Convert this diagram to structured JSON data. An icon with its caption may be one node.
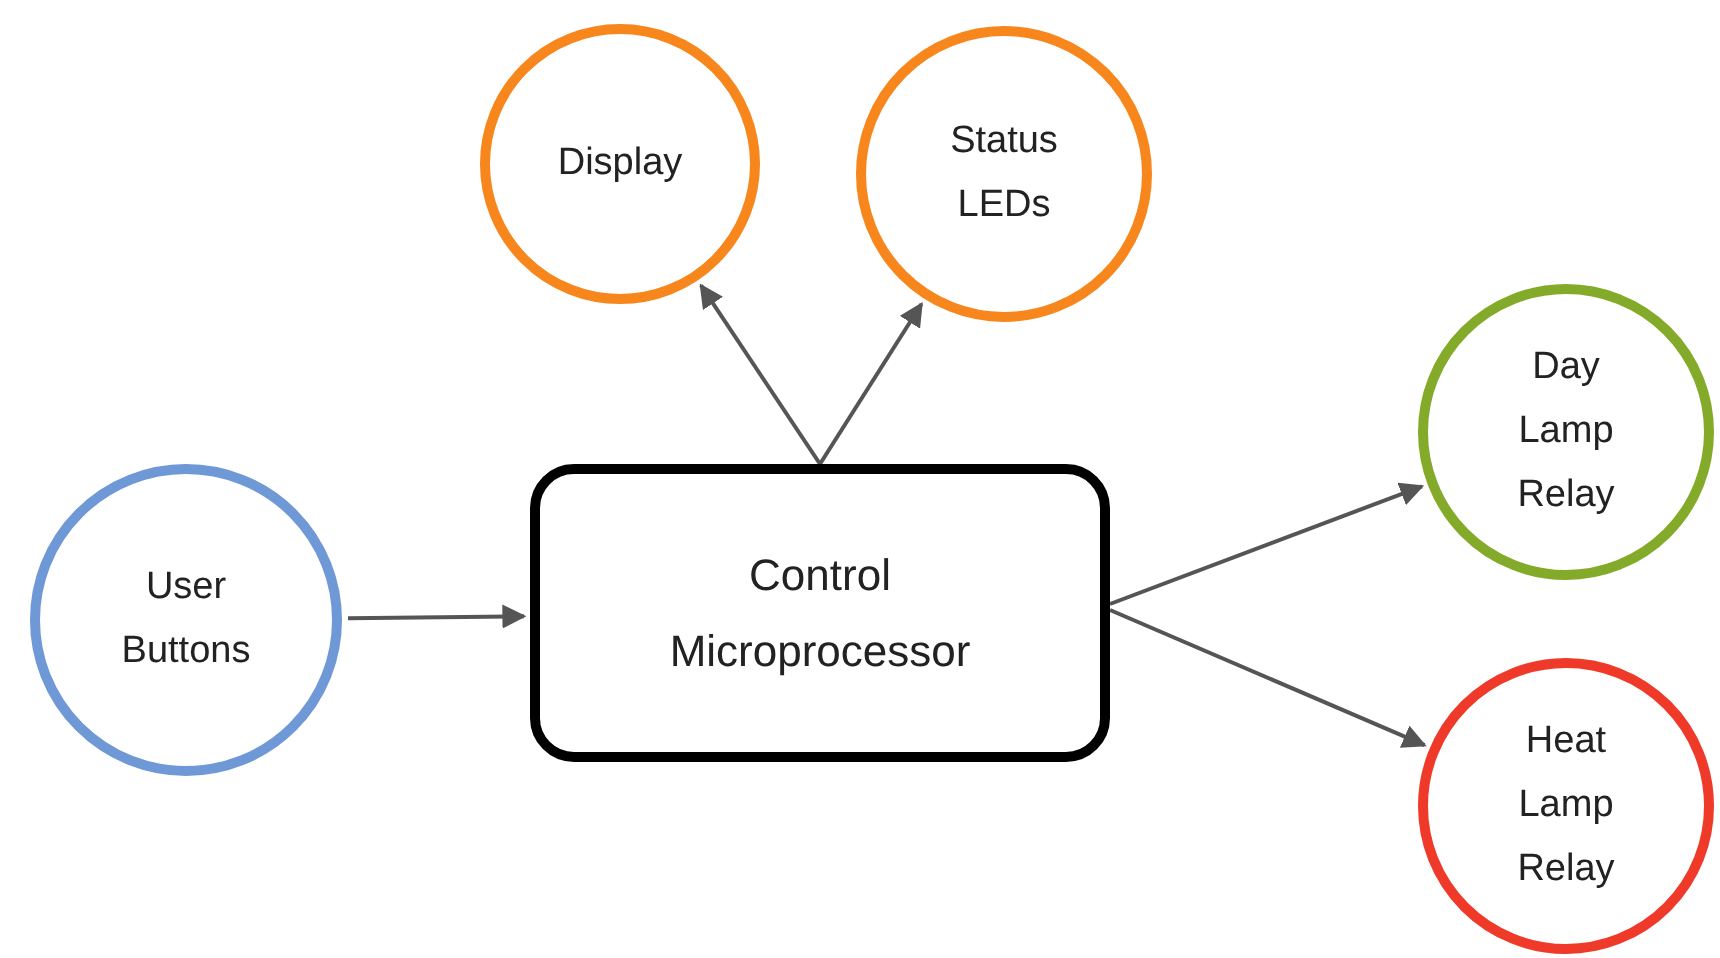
{
  "diagram": {
    "nodes": [
      {
        "text": [
          "Display"
        ]
      },
      {
        "text": [
          "Status LEDs"
        ]
      },
      {
        "text": [
          "Day Lamp Relay"
        ]
      },
      {
        "text": [
          "User Buttons"
        ]
      },
      {
        "text": [
          "Control Microprocessor"
        ]
      },
      {
        "text": [
          "Heat Lamp Relay"
        ]
      }
    ],
    "edges": [
      {
        "from": 3,
        "to": 4,
        "arrow": "to"
      },
      {
        "from": 4,
        "to": 0,
        "arrow": "to"
      },
      {
        "from": 4,
        "to": 1,
        "arrow": "to"
      },
      {
        "from": 4,
        "to": 2,
        "arrow": "to"
      },
      {
        "from": 4,
        "to": 5,
        "arrow": "to"
      }
    ]
  }
}
